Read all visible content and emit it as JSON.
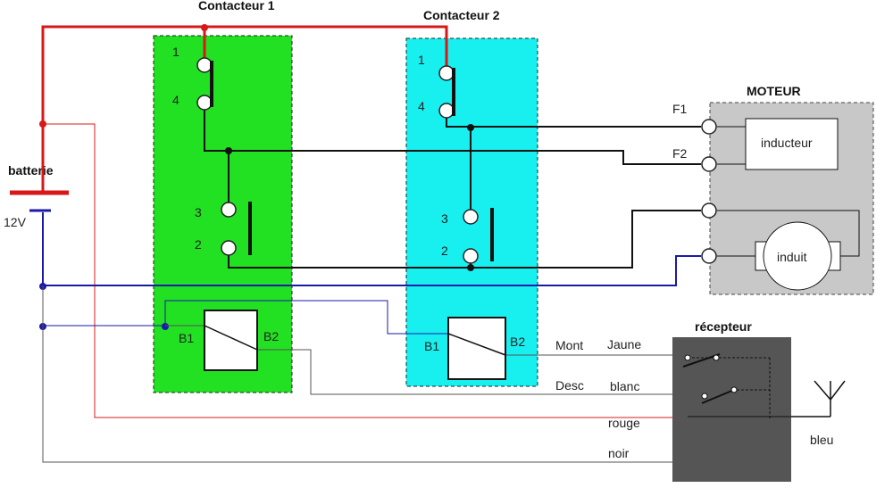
{
  "titles": {
    "contactor1": "Contacteur 1",
    "contactor2": "Contacteur 2",
    "motor": "MOTEUR",
    "receiver": "récepteur",
    "battery": "batterie"
  },
  "battery": {
    "voltage": "12V"
  },
  "contactor1": {
    "pins": {
      "p1": "1",
      "p4": "4",
      "p3": "3",
      "p2": "2"
    },
    "coil": {
      "b1": "B1",
      "b2": "B2"
    }
  },
  "contactor2": {
    "pins": {
      "p1": "1",
      "p4": "4",
      "p3": "3",
      "p2": "2"
    },
    "coil": {
      "b1": "B1",
      "b2": "B2"
    }
  },
  "motor": {
    "terminals": {
      "f1": "F1",
      "f2": "F2"
    },
    "inductor": "inducteur",
    "armature": "induit"
  },
  "wires": {
    "mont": "Mont",
    "desc": "Desc",
    "jaune": "Jaune",
    "blanc": "blanc",
    "rouge": "rouge",
    "noir": "noir",
    "bleu": "bleu"
  },
  "colors": {
    "contactor1_bg": "#22e022",
    "contactor2_bg": "#18f0f0",
    "motor_bg": "#c8c8c8",
    "receiver_bg": "#555555",
    "red_wire": "#d81818",
    "blue_wire": "#1a1aa8",
    "gray_wire": "#555555"
  }
}
